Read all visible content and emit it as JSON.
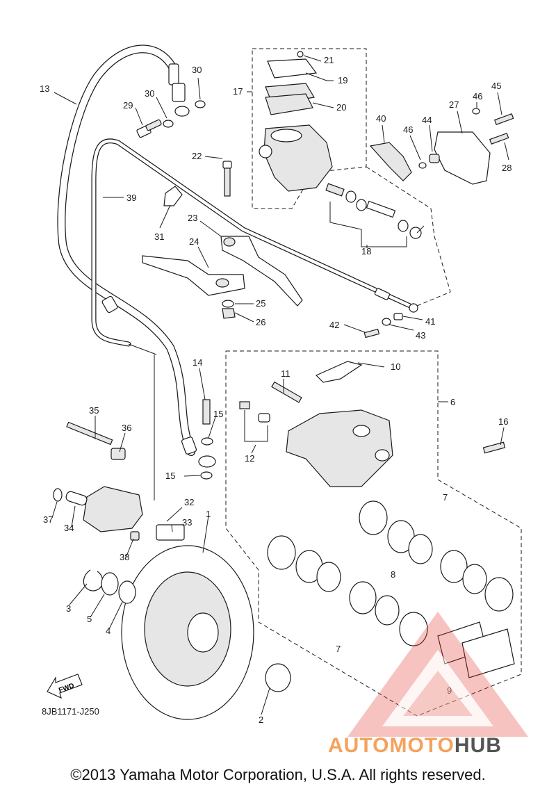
{
  "callouts": [
    "1",
    "2",
    "3",
    "4",
    "5",
    "6",
    "7",
    "8",
    "9",
    "10",
    "11",
    "12",
    "13",
    "14",
    "15",
    "16",
    "17",
    "18",
    "19",
    "20",
    "21",
    "22",
    "23",
    "24",
    "25",
    "26",
    "27",
    "28",
    "29",
    "30",
    "31",
    "32",
    "33",
    "34",
    "35",
    "36",
    "37",
    "38",
    "39",
    "40",
    "41",
    "42",
    "43",
    "44",
    "45",
    "46"
  ],
  "repeat_labels": {
    "n30b": "30",
    "n15b": "15",
    "n46b": "46",
    "n7b": "7"
  },
  "fwd_label": "FWD",
  "diagram_code": "8JB1171-J250",
  "watermark": {
    "brand_a": "AUTOMOTO",
    "brand_b": "HUB",
    "colors": {
      "accent": "#f5a25d",
      "dark": "#555555",
      "triangle": "#e23b2e"
    }
  },
  "copyright": "©2013 Yamaha Motor Corporation, U.S.A. All rights reserved."
}
